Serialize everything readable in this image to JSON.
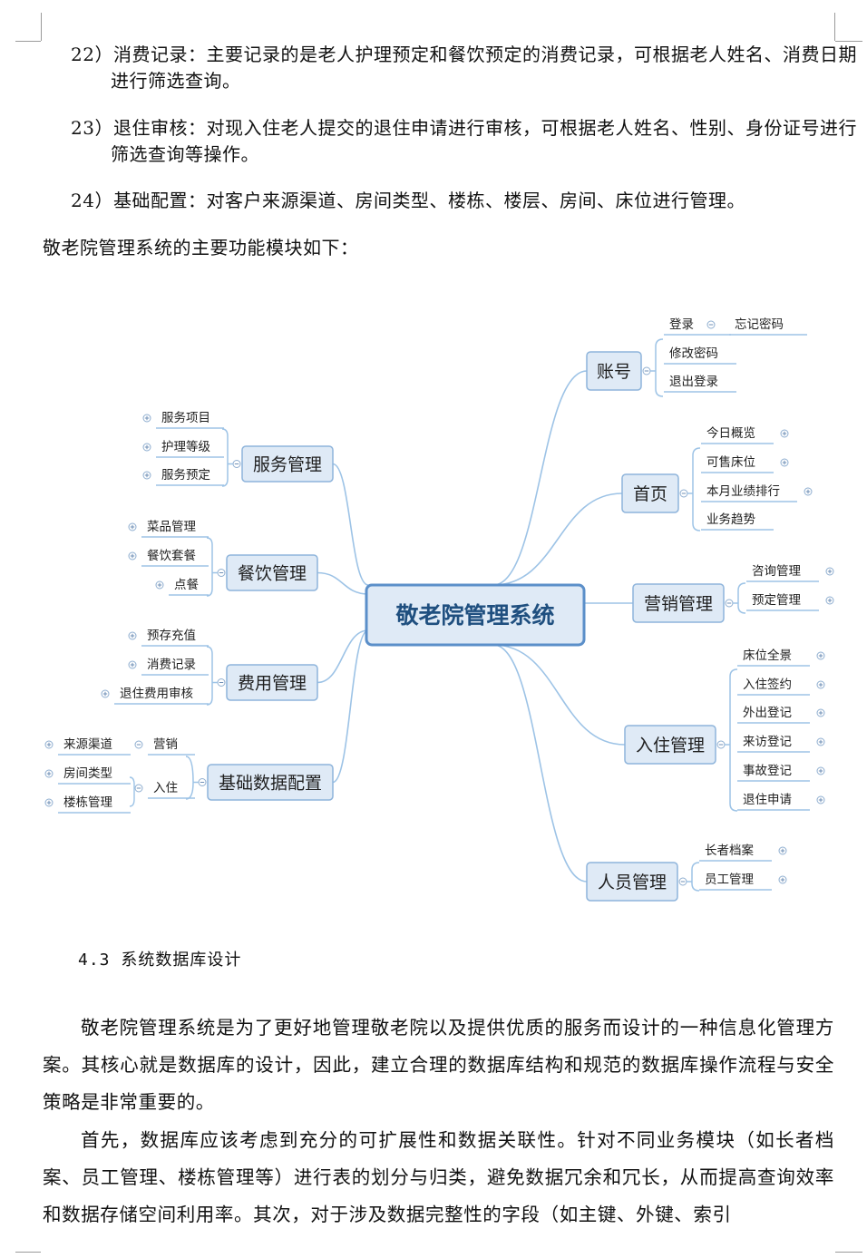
{
  "page": {
    "items": [
      {
        "text": "22）消费记录：主要记录的是老人护理预定和餐饮预定的消费记录，可根据老人姓名、消费日期进行筛选查询。"
      },
      {
        "text": "23）退住审核：对现入住老人提交的退住申请进行审核，可根据老人姓名、性别、身份证号进行筛选查询等操作。"
      },
      {
        "text": "24）基础配置：对客户来源渠道、房间类型、楼栋、楼层、房间、床位进行管理。"
      }
    ],
    "intro": "敬老院管理系统的主要功能模块如下：",
    "section_heading": "4.3 系统数据库设计",
    "paragraphs": [
      "敬老院管理系统是为了更好地管理敬老院以及提供优质的服务而设计的一种信息化管理方案。其核心就是数据库的设计，因此，建立合理的数据库结构和规范的数据库操作流程与安全策略是非常重要的。",
      "首先，数据库应该考虑到充分的可扩展性和数据关联性。针对不同业务模块（如长者档案、员工管理、楼栋管理等）进行表的划分与归类，避免数据冗余和冗长，从而提高查询效率和数据存储空间利用率。其次，对于涉及数据完整性的字段（如主键、外键、索引"
    ]
  },
  "mindmap": {
    "center": "敬老院管理系统",
    "colors": {
      "line": "#9dc3e6",
      "box_fill": "#dfeaf6",
      "box_border": "#8eb4db",
      "center_border": "#5b8fc9",
      "text": "#1f1f1f"
    },
    "right": [
      {
        "label": "账号",
        "children": [
          {
            "label": "登录",
            "expander": "collapse",
            "children": [
              {
                "label": "忘记密码"
              }
            ]
          },
          {
            "label": "修改密码"
          },
          {
            "label": "退出登录"
          }
        ]
      },
      {
        "label": "首页",
        "children": [
          {
            "label": "今日概览",
            "expander": "expand"
          },
          {
            "label": "可售床位",
            "expander": "expand"
          },
          {
            "label": "本月业绩排行",
            "expander": "expand"
          },
          {
            "label": "业务趋势"
          }
        ]
      },
      {
        "label": "营销管理",
        "children": [
          {
            "label": "咨询管理",
            "expander": "expand"
          },
          {
            "label": "预定管理",
            "expander": "expand"
          }
        ]
      },
      {
        "label": "入住管理",
        "children": [
          {
            "label": "床位全景",
            "expander": "expand"
          },
          {
            "label": "入住签约",
            "expander": "expand"
          },
          {
            "label": "外出登记",
            "expander": "expand"
          },
          {
            "label": "来访登记",
            "expander": "expand"
          },
          {
            "label": "事故登记",
            "expander": "expand"
          },
          {
            "label": "退住申请",
            "expander": "expand"
          }
        ]
      },
      {
        "label": "人员管理",
        "children": [
          {
            "label": "长者档案",
            "expander": "expand"
          },
          {
            "label": "员工管理",
            "expander": "expand"
          }
        ]
      }
    ],
    "left": [
      {
        "label": "服务管理",
        "children": [
          {
            "label": "服务项目",
            "expander": "expand"
          },
          {
            "label": "护理等级",
            "expander": "expand"
          },
          {
            "label": "服务预定",
            "expander": "expand"
          }
        ]
      },
      {
        "label": "餐饮管理",
        "children": [
          {
            "label": "菜品管理",
            "expander": "expand"
          },
          {
            "label": "餐饮套餐",
            "expander": "expand"
          },
          {
            "label": "点餐",
            "expander": "expand"
          }
        ]
      },
      {
        "label": "费用管理",
        "children": [
          {
            "label": "预存充值",
            "expander": "expand"
          },
          {
            "label": "消费记录",
            "expander": "expand"
          },
          {
            "label": "退住费用审核",
            "expander": "expand"
          }
        ]
      },
      {
        "label": "基础数据配置",
        "children": [
          {
            "label": "营销",
            "expander": "collapse",
            "children": [
              {
                "label": "来源渠道",
                "expander": "expand"
              }
            ]
          },
          {
            "label": "入住",
            "expander": "collapse",
            "children": [
              {
                "label": "房间类型",
                "expander": "expand"
              },
              {
                "label": "楼栋管理",
                "expander": "expand"
              }
            ]
          }
        ]
      }
    ]
  }
}
